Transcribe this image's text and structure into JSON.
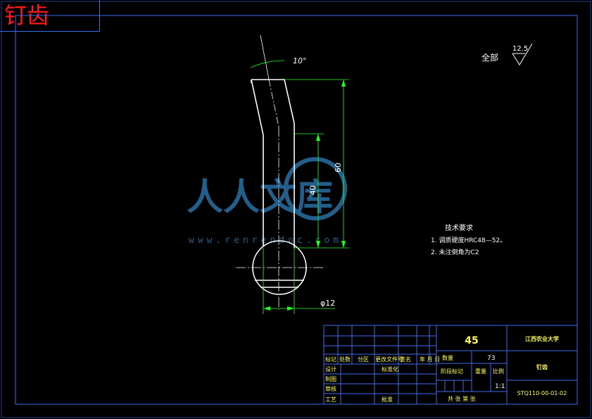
{
  "page_title": "钉齿",
  "finish": {
    "prefix": "全部",
    "value": "12.5"
  },
  "dimensions": {
    "angle": "10°",
    "length_60": "60",
    "length_40": "40",
    "diameter": "φ12"
  },
  "tech_requirements": {
    "title": "技术要求",
    "items": [
      "1. 调质硬度HRC48—52。",
      "2. 未注倒角为C2"
    ]
  },
  "watermark": {
    "text": "人人文库",
    "url": "www.renrendoc.com"
  },
  "title_block": {
    "material": "45",
    "school": "江西农业大学",
    "part_name": "钉齿",
    "drawing_no": "STQ110-00-01-02",
    "scale_label": "比例",
    "scale": "1:1",
    "weight_label": "重量",
    "quantity_label": "数量",
    "quantity": "73",
    "stage_label": "阶段标记",
    "sheet_text": "共  张 第  张",
    "row_headers": [
      "标记",
      "处数",
      "分区",
      "更改文件号",
      "签名",
      "年 月 日"
    ],
    "roles": [
      "设计",
      "制图",
      "审核",
      "工艺"
    ],
    "std_label": "标准化",
    "approve_label": "批准"
  },
  "colors": {
    "frame": "#3b6df0",
    "part": "#ffffff",
    "dimension": "#22ff22",
    "title_red": "#ff1a1a",
    "tb_text": "#ffff55",
    "watermark": "#2f7fb8"
  }
}
